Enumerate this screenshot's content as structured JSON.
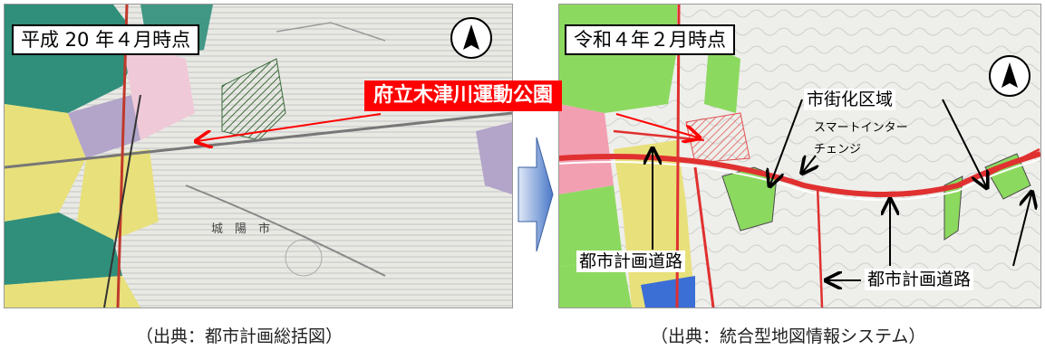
{
  "left_map": {
    "date_label": "平成 20 年４月時点",
    "caption": "（出典：都市計画総括図）",
    "map_text_city": "城　陽　市"
  },
  "right_map": {
    "date_label": "令和４年２月時点",
    "caption": "（出典：統合型地図情報システム）",
    "urbanization_area_label": "市街化区域",
    "smart_ic_label_line1": "スマートインター",
    "smart_ic_label_line2": "チェンジ",
    "planned_road_label_1": "都市計画道路",
    "planned_road_label_2": "都市計画道路"
  },
  "park_label": "府立木津川運動公園",
  "icons": {
    "north_arrow": "north-arrow-icon",
    "transition_arrow": "right-arrow-icon"
  },
  "colors": {
    "highlight_red": "#ff0000",
    "urban_green": "#8cd95f",
    "zone_teal": "#2f8f7a",
    "zone_yellow": "#e8e07a",
    "arrow_blue": "#4a78c8"
  }
}
